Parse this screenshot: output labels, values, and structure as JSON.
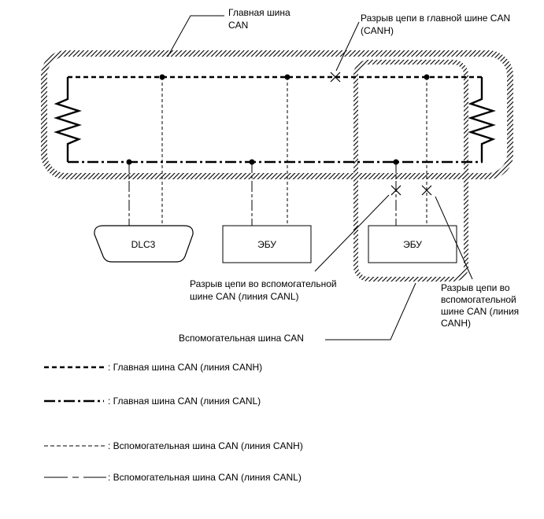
{
  "labels": {
    "main_bus": [
      "Главная шина",
      "CAN"
    ],
    "main_break": [
      "Разрыв цепи в главной шине CAN",
      "(CANH)"
    ],
    "sub_break_canl": [
      "Разрыв цепи во вспомогательной",
      "шине CAN (линия CANL)"
    ],
    "sub_break_canh": [
      "Разрыв цепи во",
      "вспомогательной",
      "шине CAN (линия",
      "CANH)"
    ],
    "sub_bus": "Вспомогательная шина CAN"
  },
  "boxes": {
    "dlc3": "DLC3",
    "ecu1": "ЭБУ",
    "ecu2": "ЭБУ"
  },
  "legend": [
    {
      "style": "main-canh",
      "text": ": Главная шина CAN (линия CANH)"
    },
    {
      "style": "main-canl",
      "text": ": Главная шина CAN (линия CANL)"
    },
    {
      "style": "sub-canh",
      "text": ": Вспомогательная шина CAN (линия CANH)"
    },
    {
      "style": "sub-canl",
      "text": ": Вспомогательная шина CAN (линия CANL)"
    }
  ]
}
